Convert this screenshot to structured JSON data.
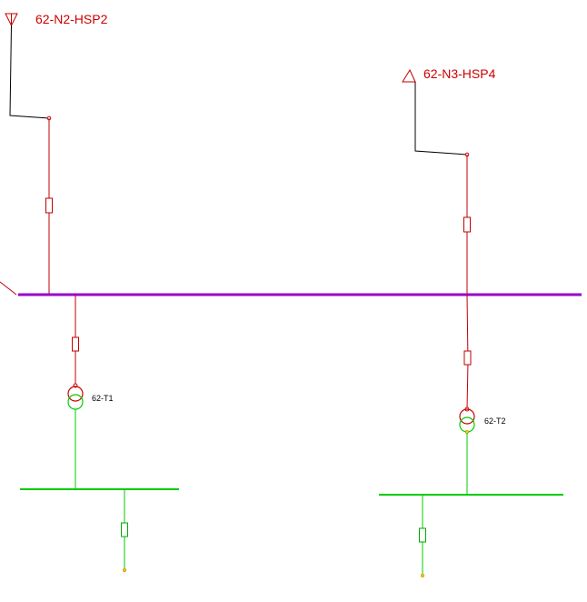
{
  "sources": [
    {
      "id": "src1",
      "label": "62-N2-HSP2",
      "icon": "antenna-triangle-icon"
    },
    {
      "id": "src2",
      "label": "62-N3-HSP4",
      "icon": "antenna-triangle-icon"
    }
  ],
  "transformers": [
    {
      "id": "t1",
      "label": "62-T1",
      "icon": "transformer-icon"
    },
    {
      "id": "t2",
      "label": "62-T2",
      "icon": "transformer-icon"
    }
  ],
  "colors": {
    "hv_bus": "#9900cc",
    "lv_bus": "#00cc00",
    "hv_wire": "#c00000",
    "feeder_wire": "#000000",
    "label": "#cc0000"
  }
}
